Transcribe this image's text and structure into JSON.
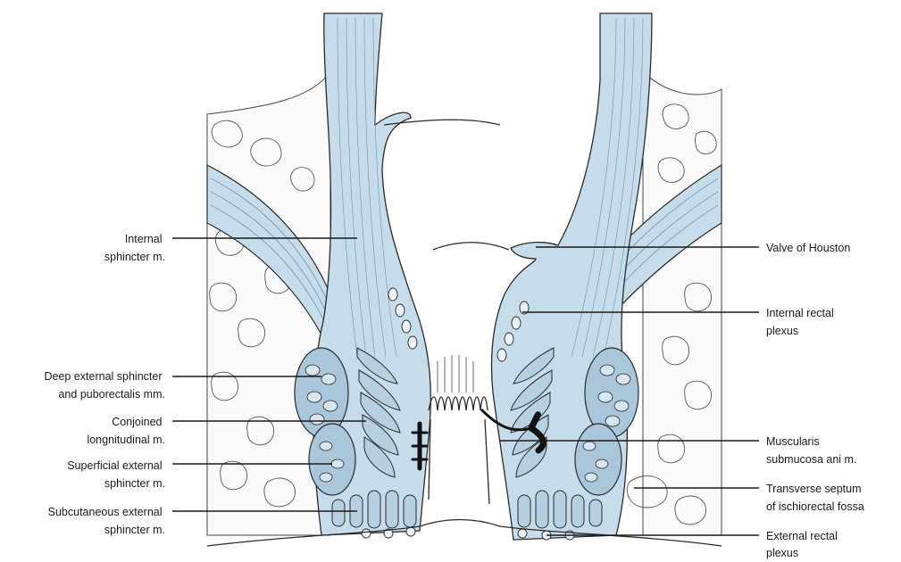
{
  "colors": {
    "muscle": "#c7dceb",
    "muscle_dark": "#8fb3cc",
    "outline": "#2a2a2a",
    "vessel": "#111111"
  },
  "labels": {
    "internal_sphincter": [
      "Internal",
      "sphincter m."
    ],
    "deep_external": [
      "Deep external sphincter",
      "and puborectalis mm."
    ],
    "conjoined": [
      "Conjoined",
      "longnitudinal m."
    ],
    "superficial_external": [
      "Superficial external",
      "sphincter m."
    ],
    "subcutaneous_external": [
      "Subcutaneous external",
      "sphincter m."
    ],
    "valve_houston": [
      "Valve of Houston"
    ],
    "internal_rectal_plexus": [
      "Internal rectal",
      "plexus"
    ],
    "muscularis_submucosa": [
      "Muscularis",
      "submucosa ani m."
    ],
    "transverse_septum": [
      "Transverse septum",
      "of ischiorectal fossa"
    ],
    "external_rectal_plexus": [
      "External rectal",
      "plexus"
    ]
  }
}
